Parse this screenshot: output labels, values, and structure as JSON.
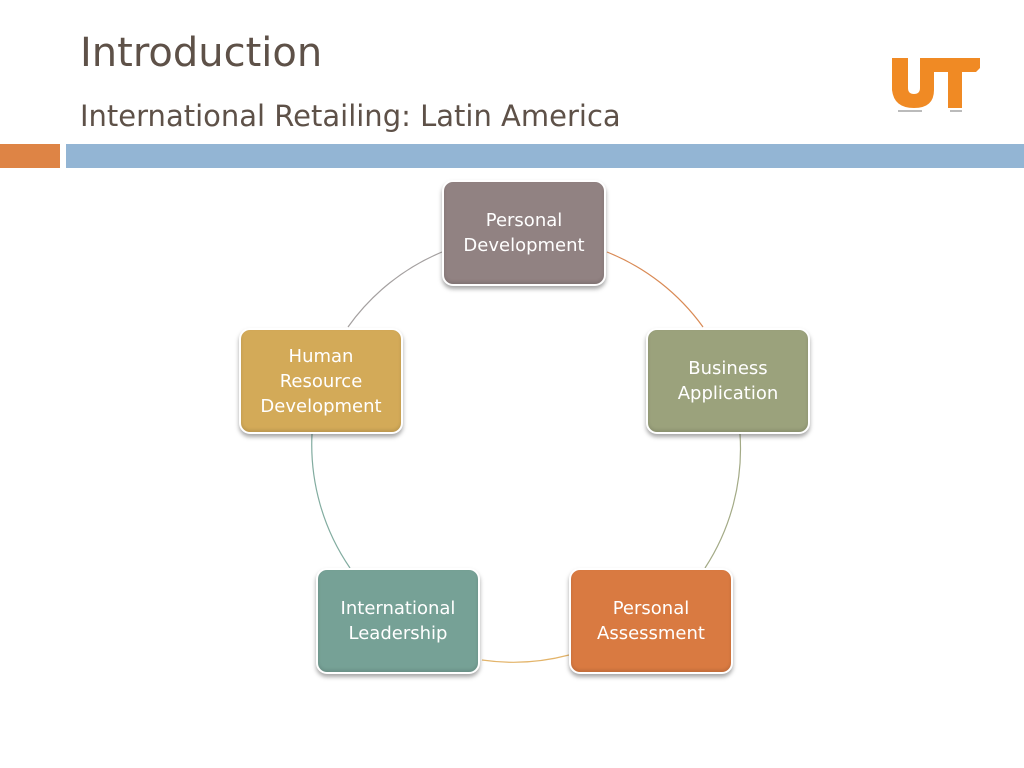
{
  "slide": {
    "title": "Introduction",
    "subtitle": "International Retailing: Latin America"
  },
  "logo": {
    "text": "UT",
    "color": "#f08a24"
  },
  "colors": {
    "accent_bar": "#de8445",
    "main_bar": "#93b5d4",
    "title_text": "#5e5148"
  },
  "cycle": {
    "nodes": [
      {
        "label": "Personal\nDevelopment",
        "color": "#918282"
      },
      {
        "label": "Business\nApplication",
        "color": "#9ba27c"
      },
      {
        "label": "Personal\nAssessment",
        "color": "#d97a41"
      },
      {
        "label": "International\nLeadership",
        "color": "#76a196"
      },
      {
        "label": "Human\nResource\nDevelopment",
        "color": "#d3aa58"
      }
    ],
    "arc_colors": [
      "#d98a55",
      "#a3aa86",
      "#e3b46a",
      "#82aca0",
      "#a4a0a0"
    ]
  }
}
